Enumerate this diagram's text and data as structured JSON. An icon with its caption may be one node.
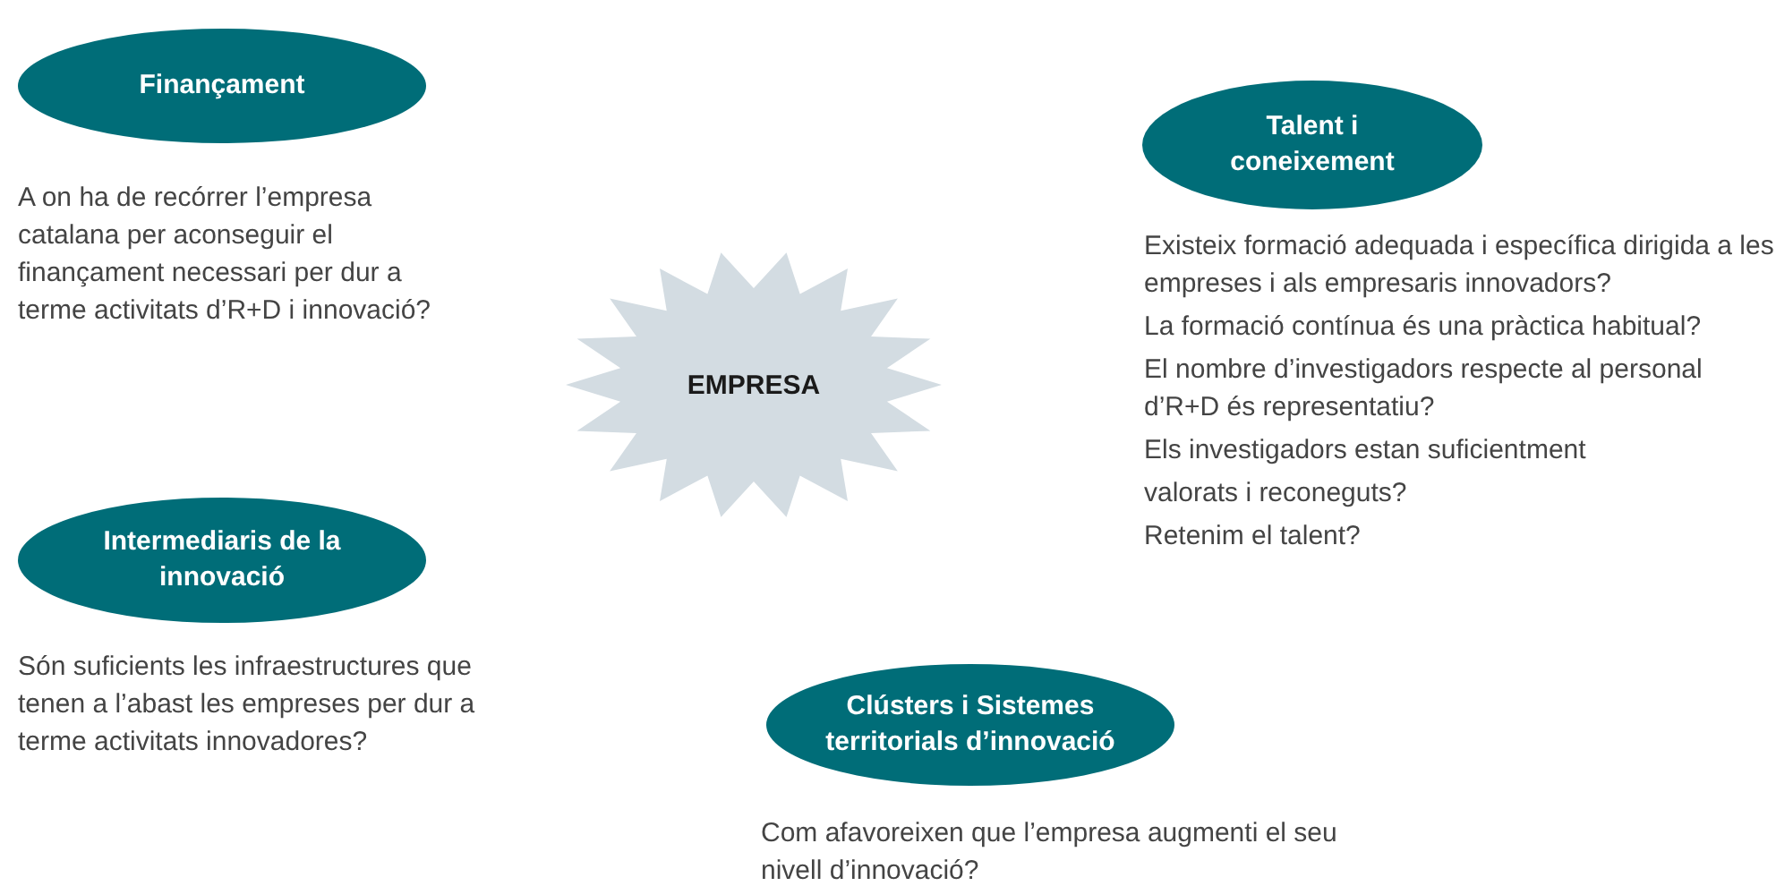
{
  "diagram": {
    "nodes": [
      {
        "text": [
          "Finançament"
        ],
        "beside": [
          "A on ha de recórrer l’empresa catalana per aconseguir el finançament necessari per dur a terme activitats d’R+D i innovació?"
        ]
      },
      {
        "text": [
          "Talent i coneixement"
        ],
        "beside": [
          "Existeix formació adequada i específica dirigida a les empreses i als empresaris innovadors?",
          "La formació contínua és una pràctica habitual?",
          "El nombre d’investigadors respecte al personal d’R+D és representatiu?",
          "Els investigadors estan suficientment",
          "valorats i reconeguts?",
          "Retenim el talent?"
        ]
      },
      {
        "text": [
          "EMPRESA"
        ]
      },
      {
        "text": [
          "Intermediaris de la innovació"
        ],
        "beside": [
          "Són suficients les infraestructures que tenen a l’abast les empreses per dur a terme activitats innovadores?"
        ]
      },
      {
        "text": [
          "Clústers i Sistemes territorials d’innovació"
        ],
        "beside": [
          "Com afavoreixen que l’empresa augmenti el seu nivell d’innovació?"
        ]
      }
    ]
  }
}
